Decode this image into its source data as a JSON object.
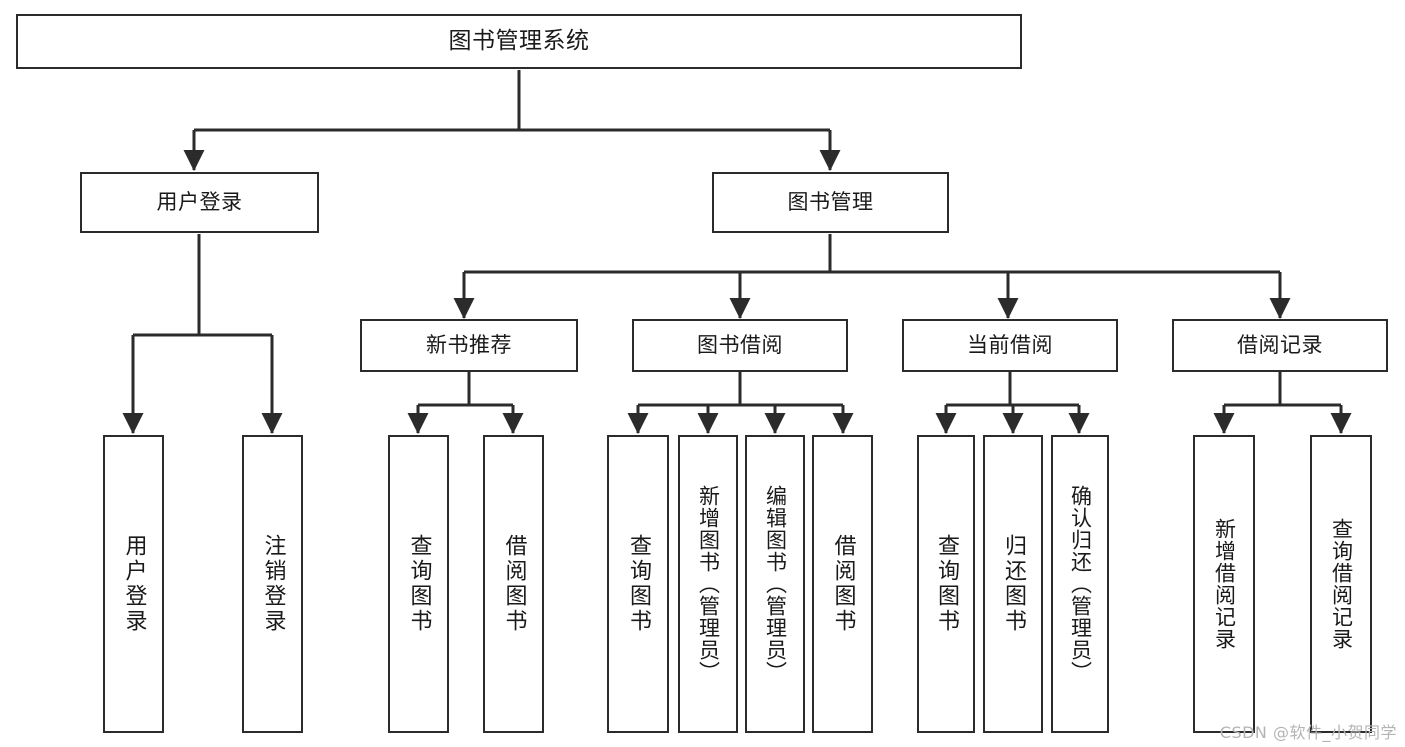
{
  "diagram": {
    "title": "图书管理系统",
    "type": "tree",
    "stroke_color": "#2b2b2b",
    "background_color": "#ffffff",
    "text_color": "#1a1a1a",
    "root": {
      "label": "图书管理系统"
    },
    "level2": [
      {
        "label": "用户登录"
      },
      {
        "label": "图书管理"
      }
    ],
    "level3": [
      {
        "label": "新书推荐"
      },
      {
        "label": "图书借阅"
      },
      {
        "label": "当前借阅"
      },
      {
        "label": "借阅记录"
      }
    ],
    "leaves": {
      "user_login": [
        {
          "label": "用户登录"
        },
        {
          "label": "注销登录"
        }
      ],
      "new_book_recommend": [
        {
          "label": "查询图书"
        },
        {
          "label": "借阅图书"
        }
      ],
      "book_borrow": [
        {
          "label": "查询图书"
        },
        {
          "label": "新增图书（管理员）"
        },
        {
          "label": "编辑图书（管理员）"
        },
        {
          "label": "借阅图书"
        }
      ],
      "current_borrow": [
        {
          "label": "查询图书"
        },
        {
          "label": "归还图书"
        },
        {
          "label": "确认归还（管理员）"
        }
      ],
      "borrow_record": [
        {
          "label": "新增借阅记录"
        },
        {
          "label": "查询借阅记录"
        }
      ]
    }
  },
  "watermark": {
    "text": "CSDN @软件_小贺同学",
    "color": "#b4b4b4"
  }
}
